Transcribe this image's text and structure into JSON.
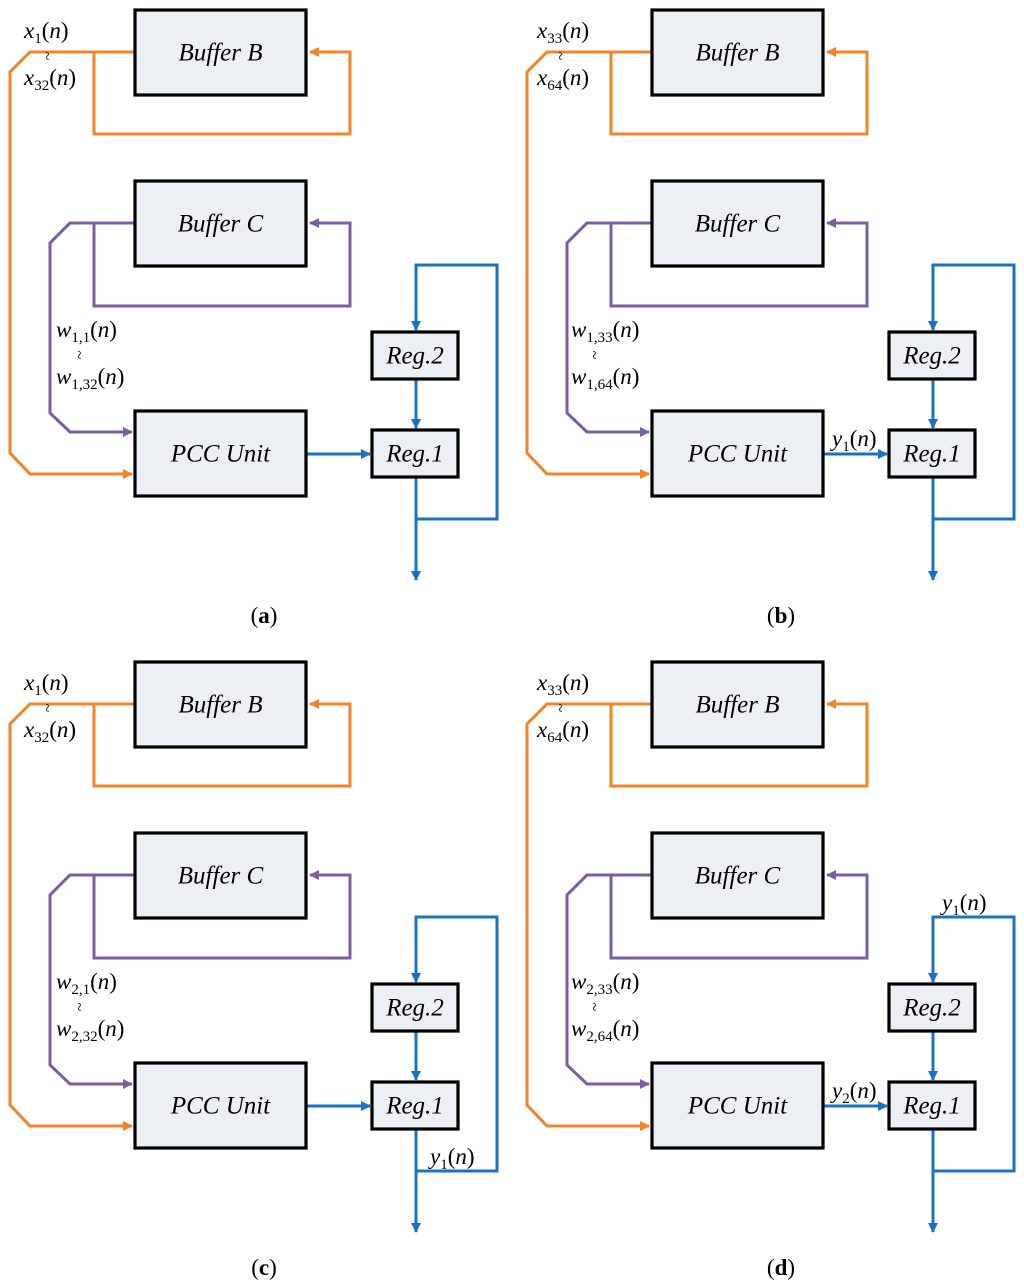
{
  "colors": {
    "orange": "#f08426",
    "purple": "#7a5fa0",
    "blue": "#1a72c4",
    "box_fill": "#eceff4",
    "box_stroke": "#000000"
  },
  "blocks": {
    "buffer_b": "Buffer B",
    "buffer_c": "Buffer C",
    "pcc_unit": "PCC Unit",
    "reg2": "Reg.2",
    "reg1": "Reg.1"
  },
  "panels": [
    {
      "caption": "a",
      "x_label": {
        "top": "x",
        "top_sub": "1",
        "bottom": "x",
        "bottom_sub": "32"
      },
      "w_label": {
        "top": "w",
        "top_sub": "1,1",
        "bottom": "w",
        "bottom_sub": "1,32"
      },
      "pcc_out_label": null,
      "reg1_out_label": null,
      "feedback_label": null
    },
    {
      "caption": "b",
      "x_label": {
        "top": "x",
        "top_sub": "33",
        "bottom": "x",
        "bottom_sub": "64"
      },
      "w_label": {
        "top": "w",
        "top_sub": "1,33",
        "bottom": "w",
        "bottom_sub": "1,64"
      },
      "pcc_out_label": {
        "v": "y",
        "sub": "1"
      },
      "reg1_out_label": null,
      "feedback_label": null
    },
    {
      "caption": "c",
      "x_label": {
        "top": "x",
        "top_sub": "1",
        "bottom": "x",
        "bottom_sub": "32"
      },
      "w_label": {
        "top": "w",
        "top_sub": "2,1",
        "bottom": "w",
        "bottom_sub": "2,32"
      },
      "pcc_out_label": null,
      "reg1_out_label": {
        "v": "y",
        "sub": "1"
      },
      "feedback_label": null
    },
    {
      "caption": "d",
      "x_label": {
        "top": "x",
        "top_sub": "33",
        "bottom": "x",
        "bottom_sub": "64"
      },
      "w_label": {
        "top": "w",
        "top_sub": "2,33",
        "bottom": "w",
        "bottom_sub": "2,64"
      },
      "pcc_out_label": {
        "v": "y",
        "sub": "2"
      },
      "reg1_out_label": null,
      "feedback_label": {
        "v": "y",
        "sub": "1"
      }
    }
  ],
  "arg": "n",
  "tilde": "~"
}
